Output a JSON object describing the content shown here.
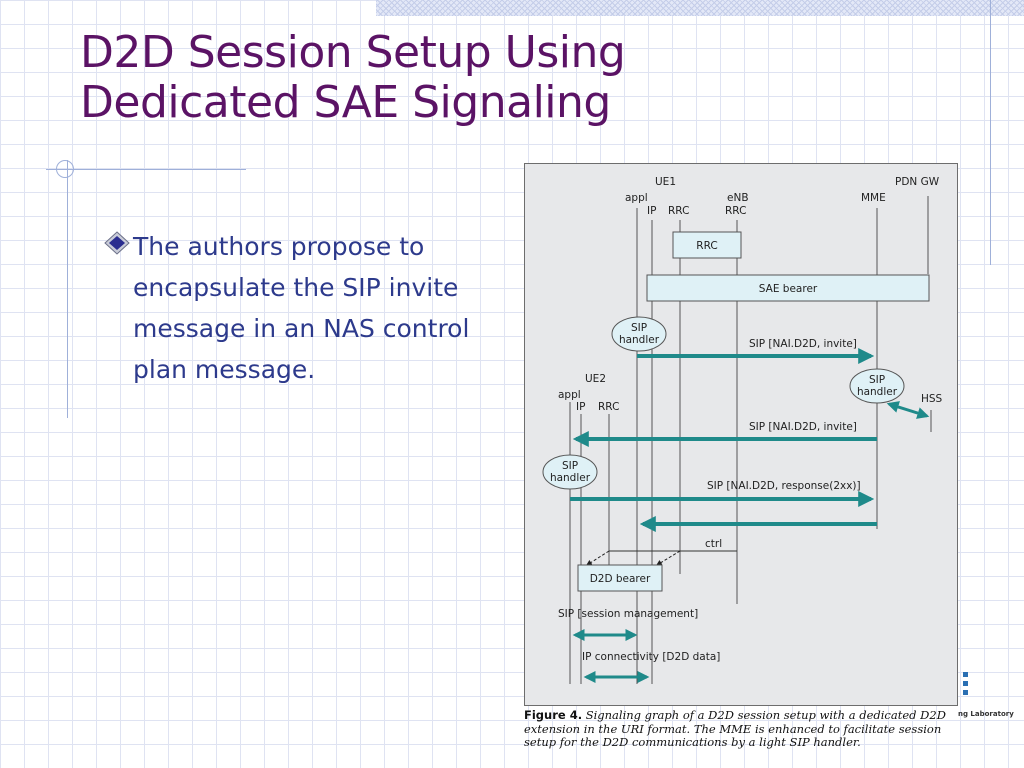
{
  "slide": {
    "title_line1": "D2D Session Setup Using",
    "title_line2": "Dedicated SAE Signaling",
    "bullet_text": "The authors propose to encapsulate the SIP invite message in an NAS control plan message.",
    "icons": {
      "bullet": "diamond-bullet-icon"
    },
    "colors": {
      "title": "#5b1365",
      "body": "#2d3a8c",
      "arrow": "#1f8a8a",
      "box_fill": "#dff1f6"
    }
  },
  "figure": {
    "entities": {
      "ue1": "UE1",
      "ue1_appl": "appl",
      "ue1_ip": "IP",
      "ue1_rrc": "RRC",
      "enb": "eNB",
      "enb_rrc": "RRC",
      "mme": "MME",
      "pdn_gw": "PDN GW",
      "ue2": "UE2",
      "ue2_appl": "appl",
      "ue2_ip": "IP",
      "ue2_rrc": "RRC",
      "hss": "HSS"
    },
    "boxes": {
      "rrc": "RRC",
      "sae_bearer": "SAE bearer",
      "d2d_bearer": "D2D bearer"
    },
    "handlers": {
      "sip_ue1_line1": "SIP",
      "sip_ue1_line2": "handler",
      "sip_mme_line1": "SIP",
      "sip_mme_line2": "handler",
      "sip_ue2_line1": "SIP",
      "sip_ue2_line2": "handler"
    },
    "messages": {
      "invite_1": "SIP [NAI.D2D, invite]",
      "invite_2": "SIP [NAI.D2D, invite]",
      "response": "SIP [NAI.D2D, response(2xx)]",
      "ctrl": "ctrl",
      "session_mgmt": "SIP [session management]",
      "ip_conn": "IP connectivity [D2D data]"
    },
    "caption": {
      "label": "Figure 4.",
      "text": "Signaling graph of a D2D session setup with a dedicated D2D extension in the URI format. The MME is enhanced to facilitate session setup for the D2D communications by a light SIP handler."
    }
  },
  "footer": {
    "logo_text": "ng Laboratory"
  }
}
